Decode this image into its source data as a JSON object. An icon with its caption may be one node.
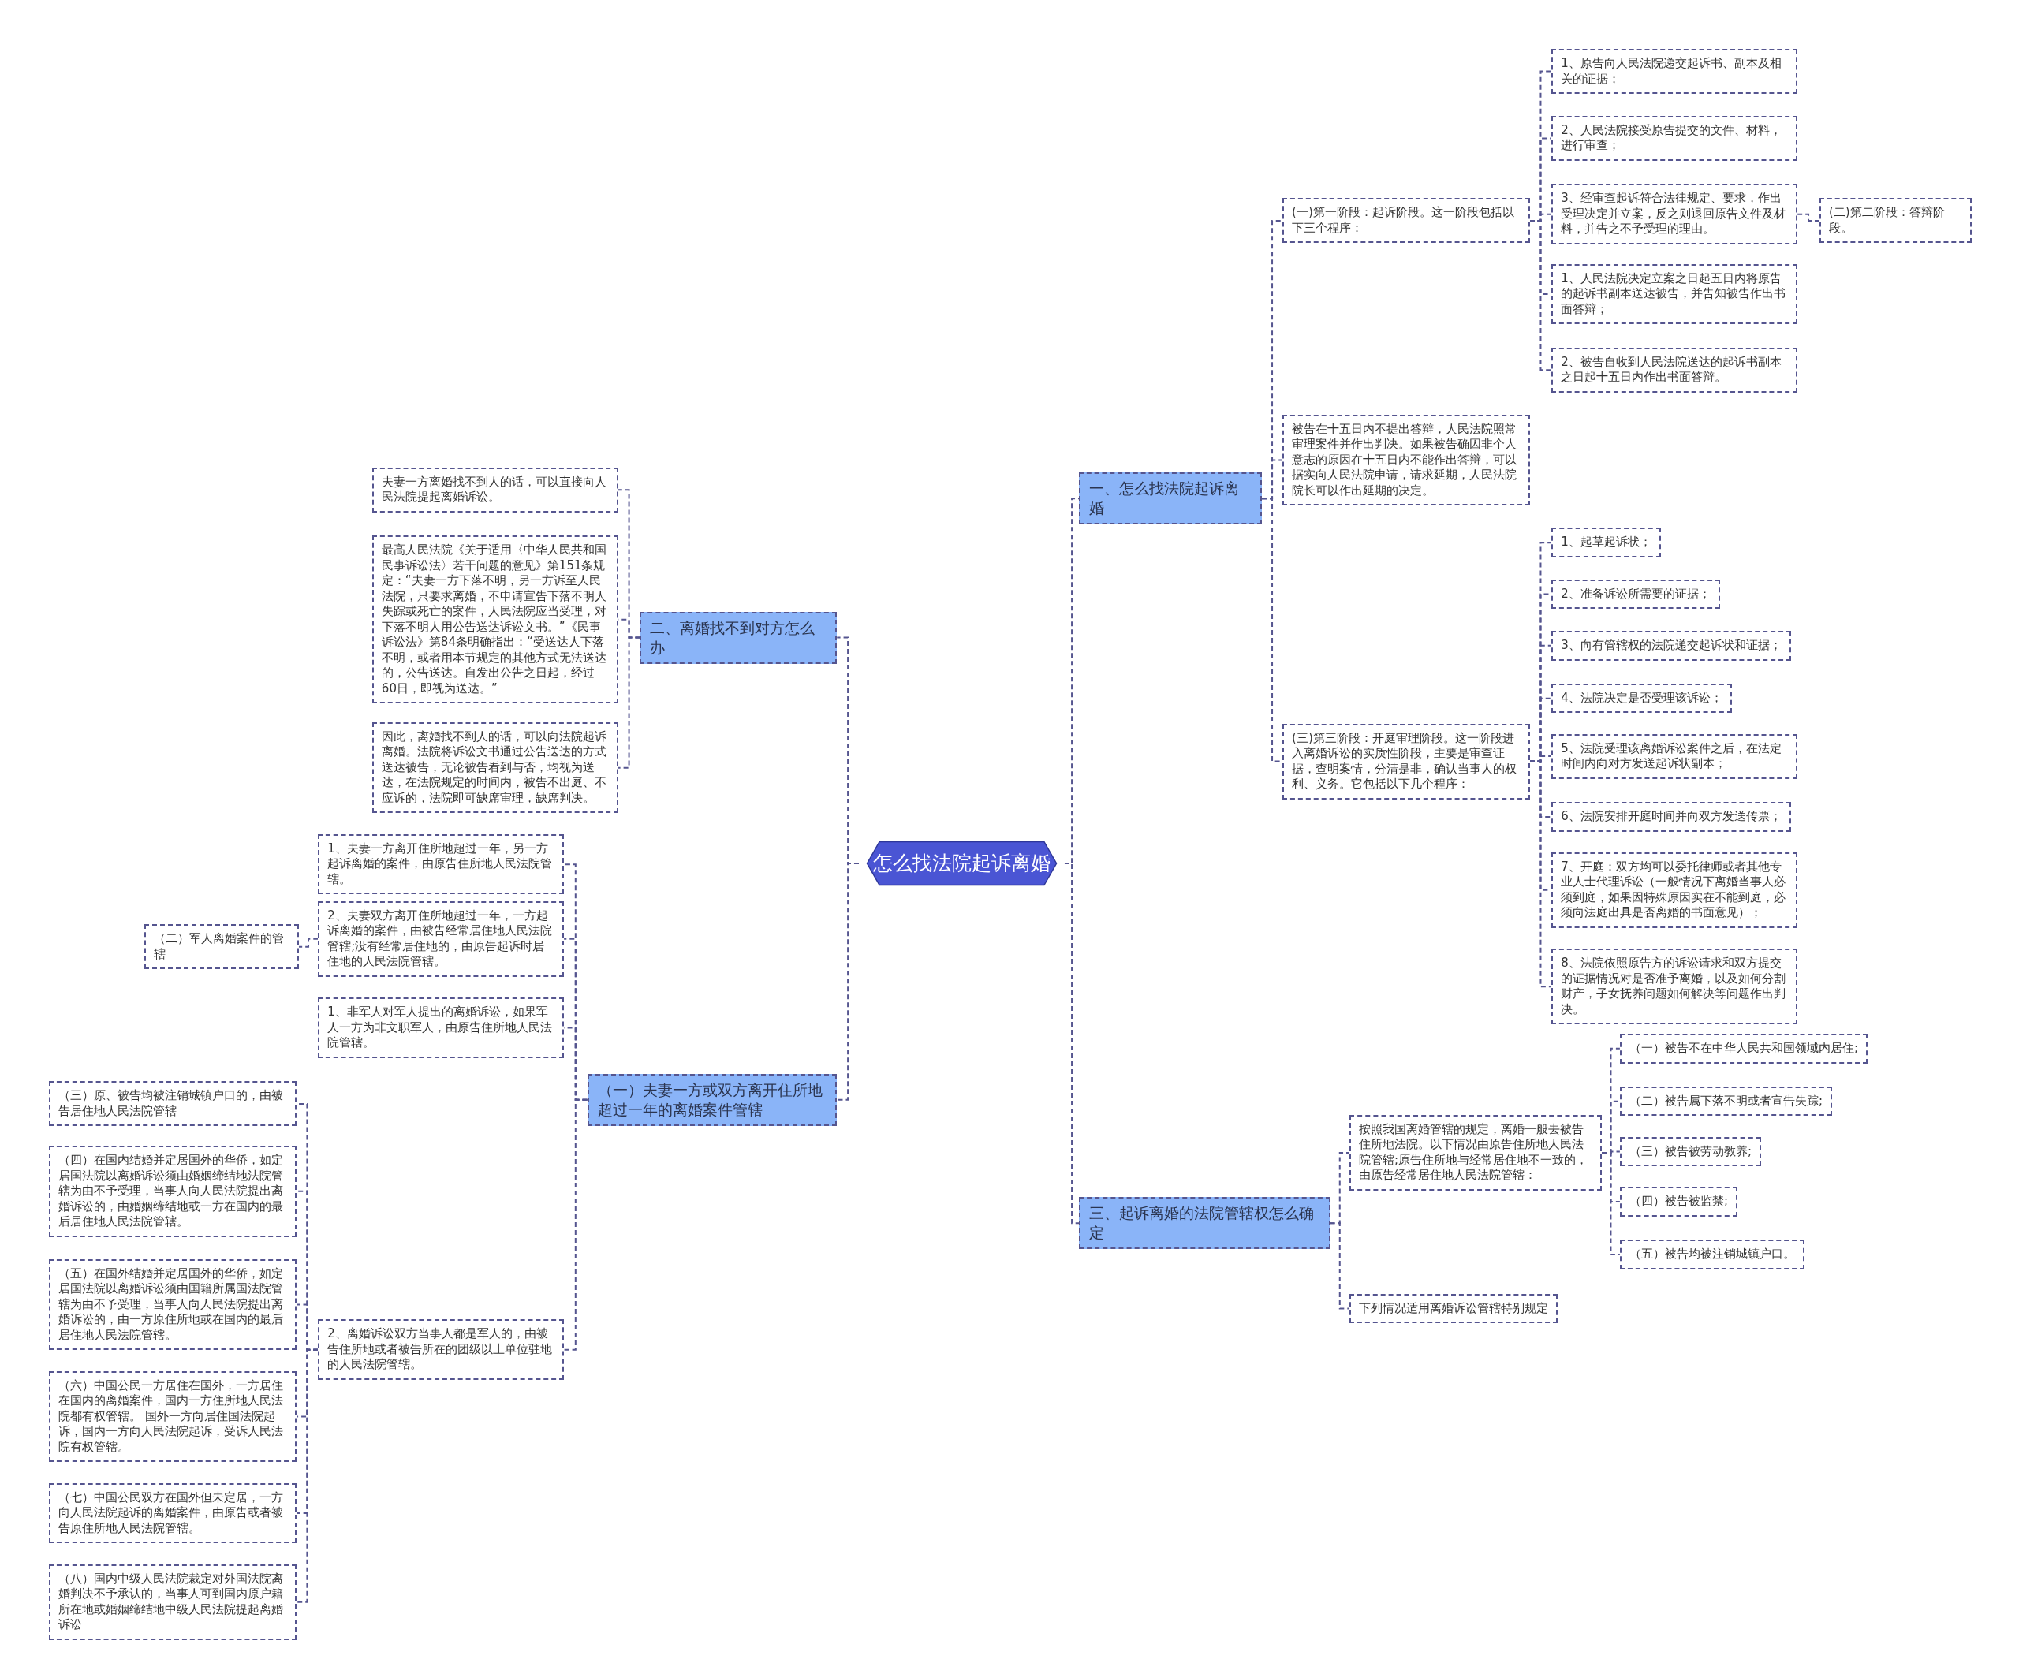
{
  "diagram": {
    "nodes": [
      {
        "text": [
          "怎么找法院起诉离婚"
        ]
      },
      {
        "text": [
          "一、怎么找法院起诉离婚"
        ]
      },
      {
        "text": [
          "(一)第一阶段：起诉阶段。这一阶段包括以下三个程序："
        ]
      },
      {
        "text": [
          "1、原告向人民法院递交起诉书、副本及相关的证据；"
        ]
      },
      {
        "text": [
          "2、人民法院接受原告提交的文件、材料，进行审查；"
        ]
      },
      {
        "text": [
          "3、经审查起诉符合法律规定、要求，作出受理决定并立案，反之则退回原告文件及材料，并告之不予受理的理由。"
        ]
      },
      {
        "text": [
          "(二)第二阶段：答辩阶段。"
        ]
      },
      {
        "text": [
          "1、人民法院决定立案之日起五日内将原告的起诉书副本送达被告，并告知被告作出书面答辩；"
        ]
      },
      {
        "text": [
          "2、被告自收到人民法院送达的起诉书副本之日起十五日内作出书面答辩。"
        ]
      },
      {
        "text": [
          "被告在十五日内不提出答辩，人民法院照常审理案件并作出判决。如果被告确因非个人意志的原因在十五日内不能作出答辩，可以据实向人民法院申请，请求延期，人民法院院长可以作出延期的决定。"
        ]
      },
      {
        "text": [
          "(三)第三阶段：开庭审理阶段。这一阶段进入离婚诉讼的实质性阶段，主要是审查证据，查明案情，分清是非，确认当事人的权利、义务。它包括以下几个程序："
        ]
      },
      {
        "text": [
          "1、起草起诉状；"
        ]
      },
      {
        "text": [
          "2、准备诉讼所需要的证据；"
        ]
      },
      {
        "text": [
          "3、向有管辖权的法院递交起诉状和证据；"
        ]
      },
      {
        "text": [
          "4、法院决定是否受理该诉讼；"
        ]
      },
      {
        "text": [
          "5、法院受理该离婚诉讼案件之后，在法定时间内向对方发送起诉状副本；"
        ]
      },
      {
        "text": [
          "6、法院安排开庭时间并向双方发送传票；"
        ]
      },
      {
        "text": [
          "7、开庭：双方均可以委托律师或者其他专业人士代理诉讼（一般情况下离婚当事人必须到庭，如果因特殊原因实在不能到庭，必须向法庭出具是否离婚的书面意见）；"
        ]
      },
      {
        "text": [
          "8、法院依照原告方的诉讼请求和双方提交的证据情况对是否准予离婚，以及如何分割财产，子女抚养问题如何解决等问题作出判决。"
        ]
      },
      {
        "text": [
          "三、起诉离婚的法院管辖权怎么确定"
        ]
      },
      {
        "text": [
          "按照我国离婚管辖的规定，离婚一般去被告住所地法院。以下情况由原告住所地人民法院管辖;原告住所地与经常居住地不一致的，由原告经常居住地人民法院管辖："
        ]
      },
      {
        "text": [
          "（一）被告不在中华人民共和国领域内居住;"
        ]
      },
      {
        "text": [
          "（二）被告属下落不明或者宣告失踪;"
        ]
      },
      {
        "text": [
          "（三）被告被劳动教养;"
        ]
      },
      {
        "text": [
          "（四）被告被监禁;"
        ]
      },
      {
        "text": [
          "（五）被告均被注销城镇户口。"
        ]
      },
      {
        "text": [
          "下列情况适用离婚诉讼管辖特别规定"
        ]
      },
      {
        "text": [
          "二、离婚找不到对方怎么办"
        ]
      },
      {
        "text": [
          "夫妻一方离婚找不到人的话，可以直接向人民法院提起离婚诉讼。"
        ]
      },
      {
        "text": [
          "最高人民法院《关于适用〈中华人民共和国民事诉讼法〉若干问题的意见》第151条规定：“夫妻一方下落不明，另一方诉至人民法院，只要求离婚，不申请宣告下落不明人失踪或死亡的案件，人民法院应当受理，对下落不明人用公告送达诉讼文书。”《民事诉讼法》第84条明确指出：“受送达人下落不明，或者用本节规定的其他方式无法送达的，公告送达。自发出公告之日起，经过60日，即视为送达。”"
        ]
      },
      {
        "text": [
          "因此，离婚找不到人的话，可以向法院起诉离婚。法院将诉讼文书通过公告送达的方式送达被告，无论被告看到与否，均视为送达，在法院规定的时间内，被告不出庭、不应诉的，法院即可缺席审理，缺席判决。"
        ]
      },
      {
        "text": [
          "（一）夫妻一方或双方离开住所地超过一年的离婚案件管辖"
        ]
      },
      {
        "text": [
          "1、夫妻一方离开住所地超过一年，另一方起诉离婚的案件，由原告住所地人民法院管辖。"
        ]
      },
      {
        "text": [
          "2、夫妻双方离开住所地超过一年，一方起诉离婚的案件，由被告经常居住地人民法院管辖;没有经常居住地的，由原告起诉时居住地的人民法院管辖。"
        ]
      },
      {
        "text": [
          "（二）军人离婚案件的管辖"
        ]
      },
      {
        "text": [
          "1、非军人对军人提出的离婚诉讼，如果军人一方为非文职军人，由原告住所地人民法院管辖。"
        ]
      },
      {
        "text": [
          "2、离婚诉讼双方当事人都是军人的，由被告住所地或者被告所在的团级以上单位驻地的人民法院管辖。"
        ]
      },
      {
        "text": [
          "（三）原、被告均被注销城镇户口的，由被告居住地人民法院管辖"
        ]
      },
      {
        "text": [
          "（四）在国内结婚并定居国外的华侨，如定居国法院以离婚诉讼须由婚姻缔结地法院管辖为由不予受理，当事人向人民法院提出离婚诉讼的，由婚姻缔结地或一方在国内的最后居住地人民法院管辖。"
        ]
      },
      {
        "text": [
          "（五）在国外结婚并定居国外的华侨，如定居国法院以离婚诉讼须由国籍所属国法院管辖为由不予受理，当事人向人民法院提出离婚诉讼的，由一方原住所地或在国内的最后居住地人民法院管辖。"
        ]
      },
      {
        "text": [
          "（六）中国公民一方居住在国外，一方居住在国内的离婚案件，国内一方住所地人民法院都有权管辖。 国外一方向居住国法院起诉，国内一方向人民法院起诉，受诉人民法院有权管辖。"
        ]
      },
      {
        "text": [
          "（七）中国公民双方在国外但未定居，一方向人民法院起诉的离婚案件，由原告或者被告原住所地人民法院管辖。"
        ]
      },
      {
        "text": [
          "（八）国内中级人民法院裁定对外国法院离婚判决不予承认的，当事人可到国内原户籍所在地或婚姻缔结地中级人民法院提起离婚诉讼"
        ]
      }
    ],
    "edges": [
      {
        "from": 0,
        "to": 1,
        "arrow": "none"
      },
      {
        "from": 1,
        "to": 2,
        "arrow": "none"
      },
      {
        "from": 2,
        "to": 3,
        "arrow": "none"
      },
      {
        "from": 2,
        "to": 4,
        "arrow": "none"
      },
      {
        "from": 2,
        "to": 5,
        "arrow": "none"
      },
      {
        "from": 5,
        "to": 6,
        "arrow": "none"
      },
      {
        "from": 2,
        "to": 7,
        "arrow": "none"
      },
      {
        "from": 2,
        "to": 8,
        "arrow": "none"
      },
      {
        "from": 1,
        "to": 9,
        "arrow": "none"
      },
      {
        "from": 1,
        "to": 10,
        "arrow": "none"
      },
      {
        "from": 10,
        "to": 11,
        "arrow": "none"
      },
      {
        "from": 10,
        "to": 12,
        "arrow": "none"
      },
      {
        "from": 10,
        "to": 13,
        "arrow": "none"
      },
      {
        "from": 10,
        "to": 14,
        "arrow": "none"
      },
      {
        "from": 10,
        "to": 15,
        "arrow": "none"
      },
      {
        "from": 10,
        "to": 16,
        "arrow": "none"
      },
      {
        "from": 10,
        "to": 17,
        "arrow": "none"
      },
      {
        "from": 10,
        "to": 18,
        "arrow": "none"
      },
      {
        "from": 0,
        "to": 19,
        "arrow": "none"
      },
      {
        "from": 19,
        "to": 20,
        "arrow": "none"
      },
      {
        "from": 20,
        "to": 21,
        "arrow": "none"
      },
      {
        "from": 20,
        "to": 22,
        "arrow": "none"
      },
      {
        "from": 20,
        "to": 23,
        "arrow": "none"
      },
      {
        "from": 20,
        "to": 24,
        "arrow": "none"
      },
      {
        "from": 20,
        "to": 25,
        "arrow": "none"
      },
      {
        "from": 19,
        "to": 26,
        "arrow": "none"
      },
      {
        "from": 0,
        "to": 27,
        "arrow": "none"
      },
      {
        "from": 27,
        "to": 28,
        "arrow": "none"
      },
      {
        "from": 27,
        "to": 29,
        "arrow": "none"
      },
      {
        "from": 27,
        "to": 30,
        "arrow": "none"
      },
      {
        "from": 0,
        "to": 31,
        "arrow": "none"
      },
      {
        "from": 31,
        "to": 32,
        "arrow": "none"
      },
      {
        "from": 31,
        "to": 33,
        "arrow": "none"
      },
      {
        "from": 33,
        "to": 34,
        "arrow": "none"
      },
      {
        "from": 31,
        "to": 35,
        "arrow": "none"
      },
      {
        "from": 31,
        "to": 36,
        "arrow": "none"
      },
      {
        "from": 36,
        "to": 37,
        "arrow": "none"
      },
      {
        "from": 36,
        "to": 38,
        "arrow": "none"
      },
      {
        "from": 36,
        "to": 39,
        "arrow": "none"
      },
      {
        "from": 36,
        "to": 40,
        "arrow": "none"
      },
      {
        "from": 36,
        "to": 41,
        "arrow": "none"
      },
      {
        "from": 36,
        "to": 42,
        "arrow": "none"
      }
    ]
  }
}
